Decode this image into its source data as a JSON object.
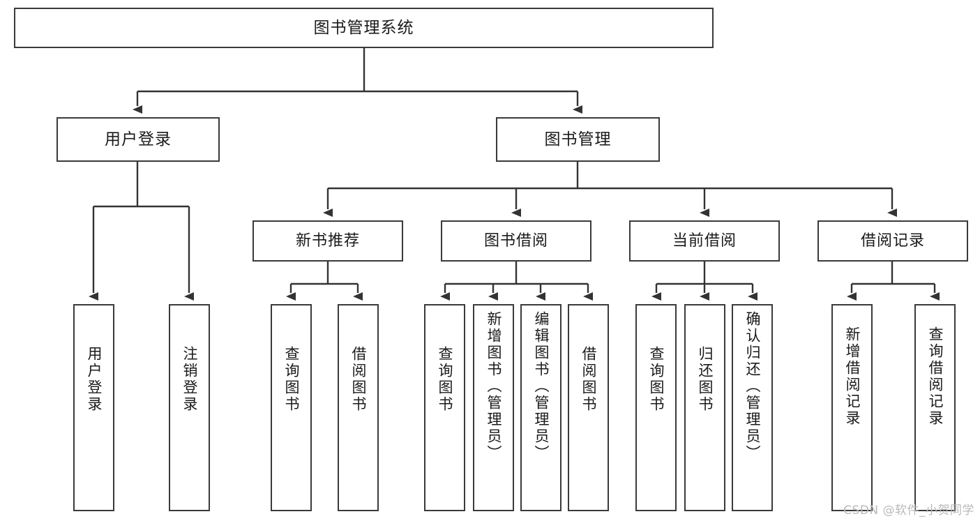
{
  "diagram": {
    "title": "图书管理系统",
    "type": "tree-hierarchy-chart",
    "watermark": "CSDN @软件_小贺同学",
    "colors": {
      "box_border": "#3a3a3a",
      "box_fill": "#ffffff",
      "connector": "#333333",
      "text": "#1a1a1a",
      "watermark": "#b9b9b9"
    },
    "root": {
      "label": "图书管理系统"
    },
    "level1": [
      {
        "id": "user-login",
        "label": "用户登录"
      },
      {
        "id": "book-management",
        "label": "图书管理"
      }
    ],
    "level2": [
      {
        "id": "new-book-recommend",
        "label": "新书推荐"
      },
      {
        "id": "book-borrow",
        "label": "图书借阅"
      },
      {
        "id": "current-borrow",
        "label": "当前借阅"
      },
      {
        "id": "borrow-record",
        "label": "借阅记录"
      }
    ],
    "leaves": {
      "user-login": [
        {
          "id": "leaf-user-login",
          "label": "用户登录"
        },
        {
          "id": "leaf-logout-login",
          "label": "注销登录"
        }
      ],
      "new-book-recommend": [
        {
          "id": "leaf-query-book-1",
          "label": "查询图书"
        },
        {
          "id": "leaf-borrow-book-1",
          "label": "借阅图书"
        }
      ],
      "book-borrow": [
        {
          "id": "leaf-query-book-2",
          "label": "查询图书"
        },
        {
          "id": "leaf-add-book",
          "label": "新增图书（管理员）"
        },
        {
          "id": "leaf-edit-book",
          "label": "编辑图书（管理员）"
        },
        {
          "id": "leaf-borrow-book-2",
          "label": "借阅图书"
        }
      ],
      "current-borrow": [
        {
          "id": "leaf-query-book-3",
          "label": "查询图书"
        },
        {
          "id": "leaf-return-book",
          "label": "归还图书"
        },
        {
          "id": "leaf-confirm-return",
          "label": "确认归还（管理员）"
        }
      ],
      "borrow-record": [
        {
          "id": "leaf-add-record",
          "label": "新增借阅记录"
        },
        {
          "id": "leaf-query-record",
          "label": "查询借阅记录"
        }
      ]
    }
  }
}
